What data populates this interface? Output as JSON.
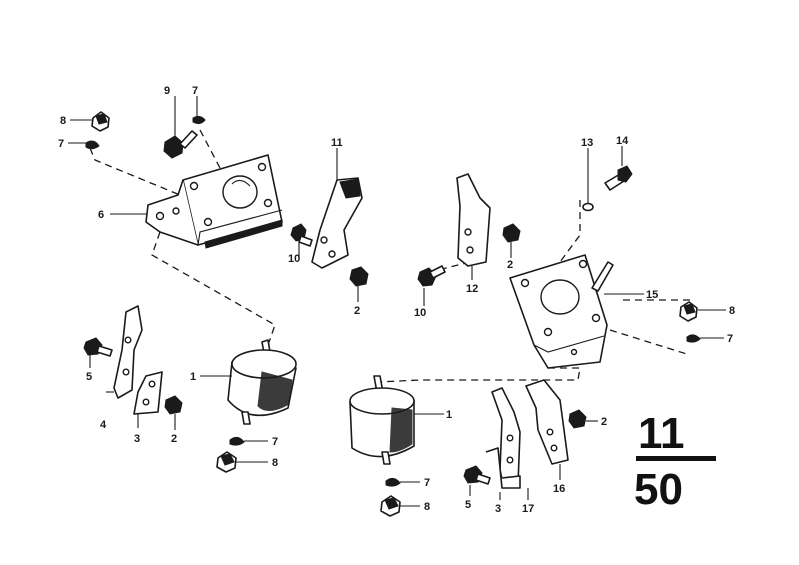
{
  "callouts": {
    "c1a": "1",
    "c1b": "1",
    "c2a": "2",
    "c2b": "2",
    "c2c": "2",
    "c2d": "2",
    "c3a": "3",
    "c3b": "3",
    "c4": "4",
    "c5a": "5",
    "c5b": "5",
    "c6": "6",
    "c7a": "7",
    "c7b": "7",
    "c7c": "7",
    "c7d": "7",
    "c7e": "7",
    "c8a": "8",
    "c8b": "8",
    "c8c": "8",
    "c8d": "8",
    "c9": "9",
    "c10a": "10",
    "c10b": "10",
    "c11": "11",
    "c12": "12",
    "c13": "13",
    "c14": "14",
    "c15": "15",
    "c16": "16",
    "c17": "17"
  },
  "group_number": {
    "top": "11",
    "bottom": "50"
  },
  "colors": {
    "ink": "#1a1a1a",
    "paper": "#ffffff"
  }
}
